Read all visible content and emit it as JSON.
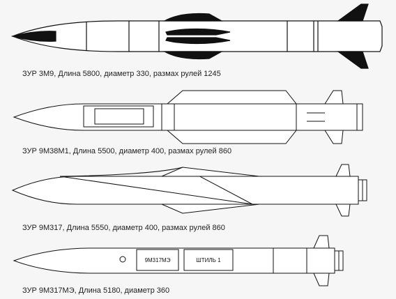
{
  "missiles": [
    {
      "caption": "ЗУР 3М9, Длина 5800, диаметр 330, размах рулей 1245",
      "markings": []
    },
    {
      "caption": "ЗУР 9М38М1, Длина 5500, диаметр 400, размах рулей 860",
      "markings": []
    },
    {
      "caption": "ЗУР 9М317, Длина 5550, диаметр 400, размах рулей 860",
      "markings": []
    },
    {
      "caption": "ЗУР 9М317МЭ, Длина 5180, диаметр 360",
      "markings": [
        "9М317МЭ",
        "ШТИЛЬ 1"
      ]
    }
  ]
}
